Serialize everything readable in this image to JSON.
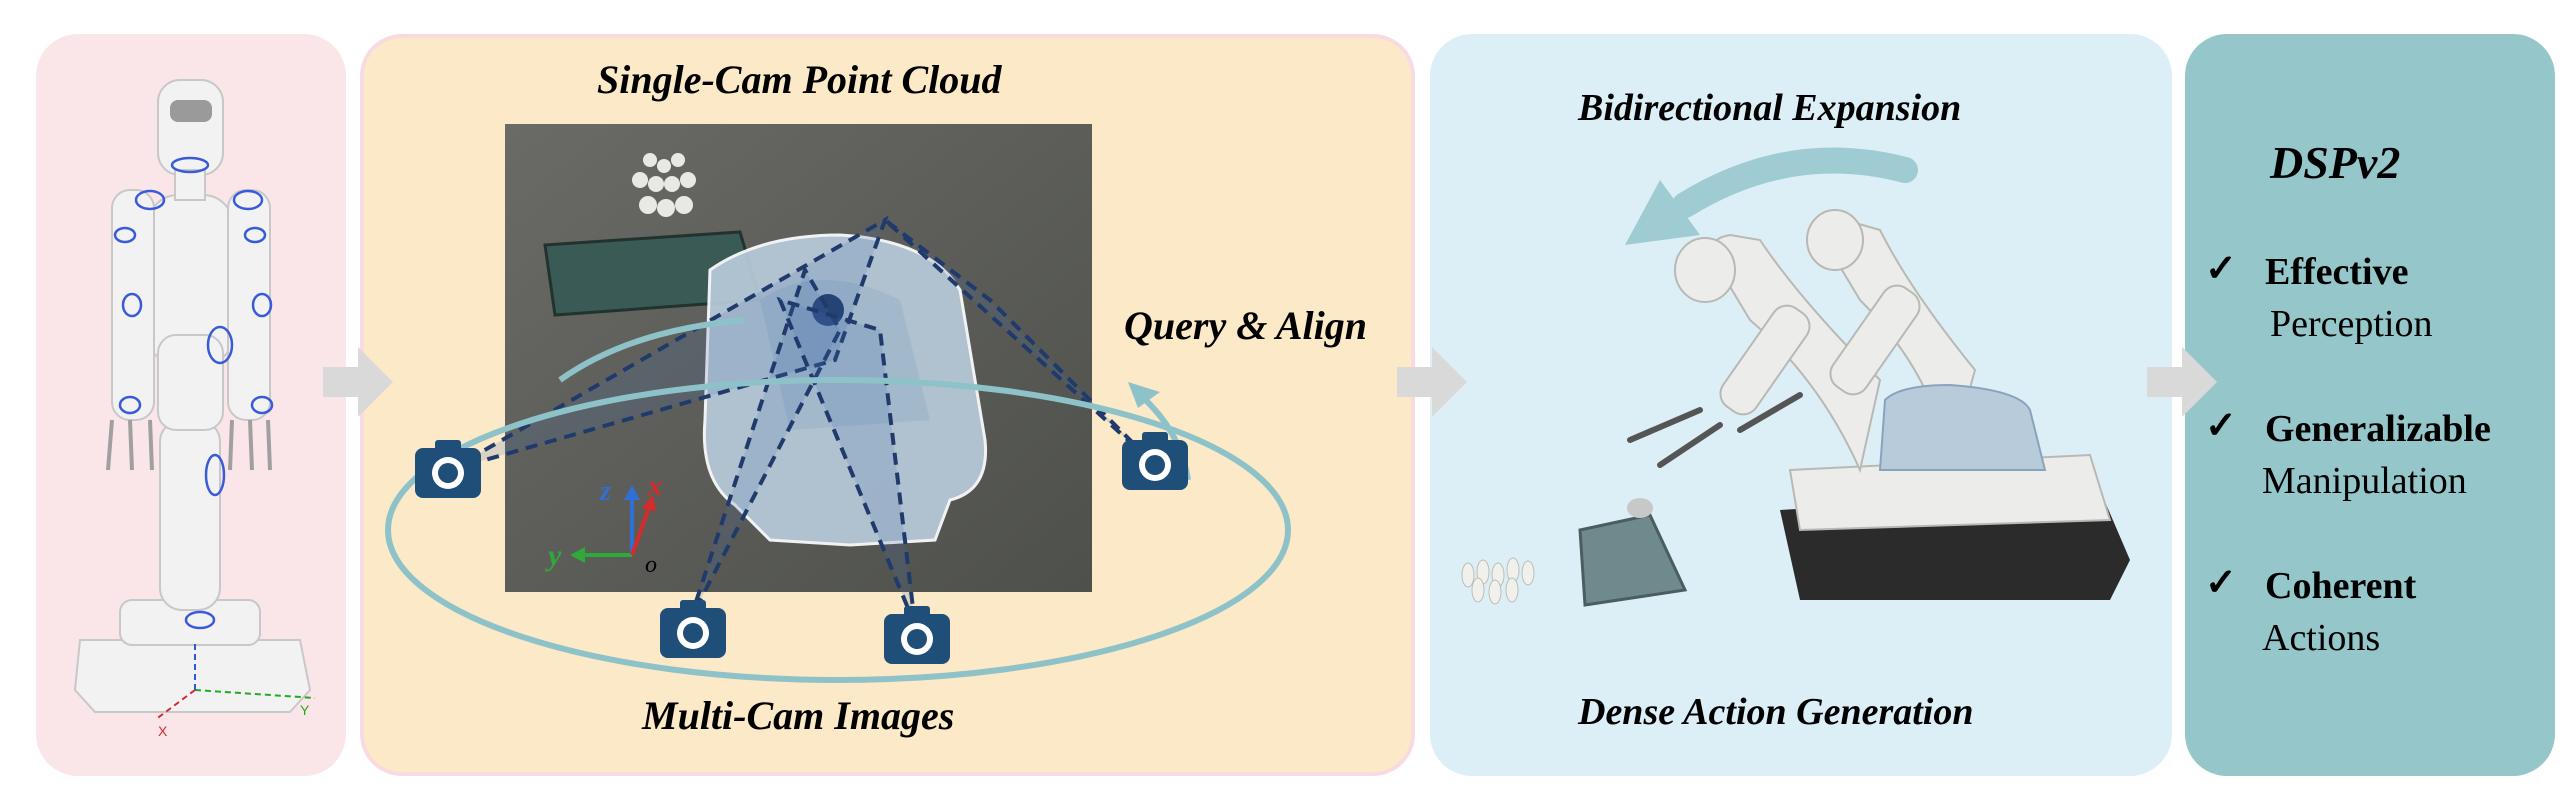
{
  "labels": {
    "single_cam": "Single-Cam Point Cloud",
    "query_align": "Query & Align",
    "multi_cam": "Multi-Cam Images",
    "bidirectional": "Bidirectional Expansion",
    "dense_action": "Dense Action Generation",
    "axis_z": "z",
    "axis_x": "x",
    "axis_y": "y",
    "axis_o": "o",
    "small_axis_x": "X",
    "small_axis_y": "Y"
  },
  "summary": {
    "title": "DSPv2",
    "check_mark": "✓",
    "items": [
      {
        "bold": "Effective",
        "plain": "Perception"
      },
      {
        "bold": "Generalizable",
        "plain": "Manipulation"
      },
      {
        "bold": "Coherent",
        "plain": "Actions"
      }
    ]
  },
  "colors": {
    "panel_robot": "#fae6e8",
    "panel_perception": "#fbe9c8",
    "panel_action": "#ddeff6",
    "panel_summary": "#95c6c9",
    "orbit": "#8ec2c9",
    "camera": "#1f4e79",
    "frustum": "#1f3a6b",
    "arrow": "#d9d9d9"
  }
}
